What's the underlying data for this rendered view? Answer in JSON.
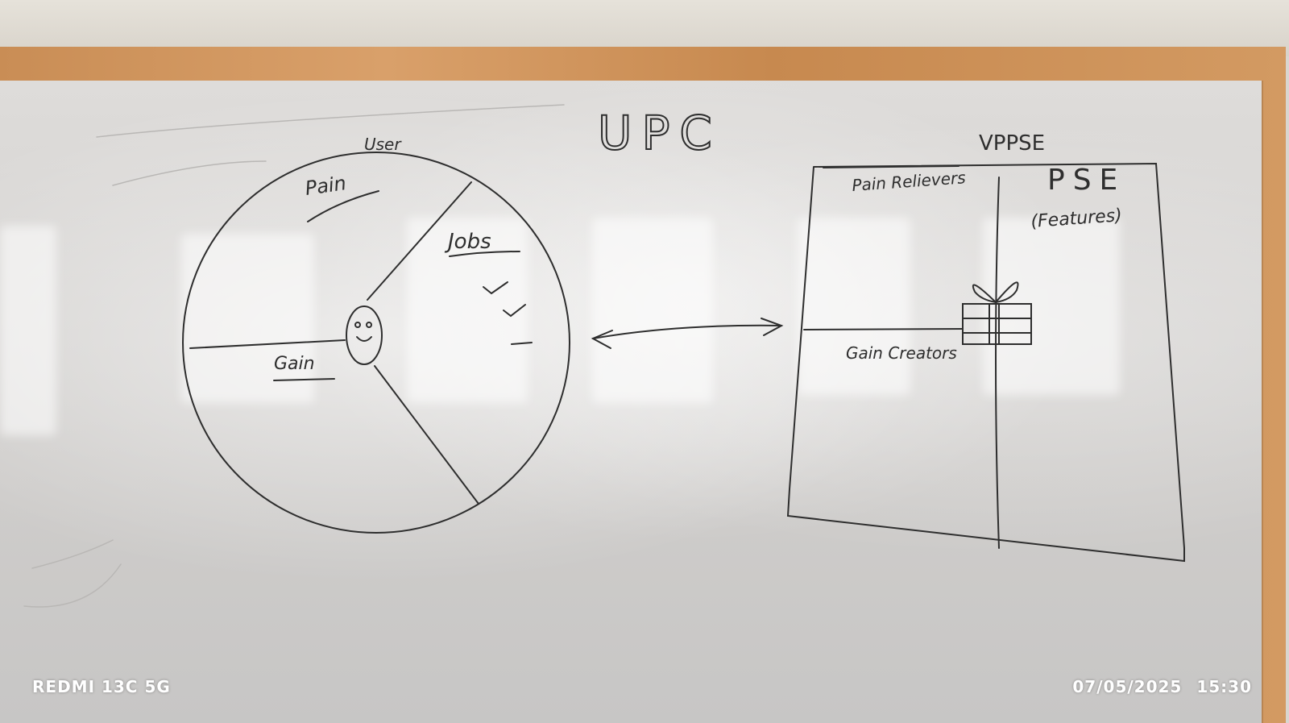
{
  "board": {
    "title": "UPC",
    "left_diagram": {
      "label": "User",
      "sections": {
        "pain": "Pain",
        "jobs": "Jobs",
        "gain": "Gain"
      }
    },
    "right_diagram": {
      "label": "VPPSE",
      "sections": {
        "pain_relievers": "Pain Relievers",
        "gain_creators": "Gain Creators",
        "pse": "PSE",
        "features": "(Features)"
      }
    }
  },
  "camera_watermark": {
    "device": "REDMI 13C 5G",
    "date": "07/05/2025",
    "time": "15:30"
  },
  "colors": {
    "ink": "#2e2e2e",
    "frame_wood": "#cf945c",
    "board_white": "#dcdad8"
  }
}
